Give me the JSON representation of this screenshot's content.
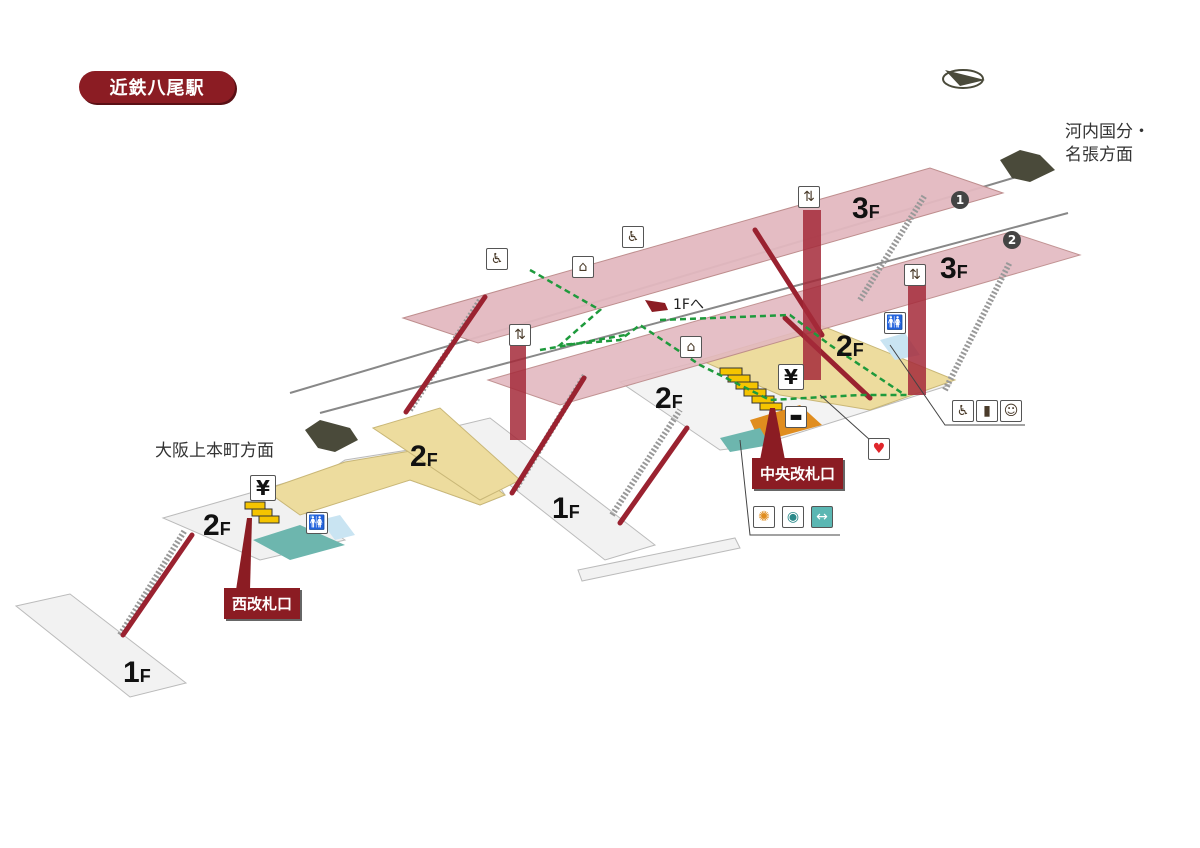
{
  "title": "近鉄八尾駅",
  "directions": {
    "east_line1": "河内国分・",
    "east_line2": "名張方面",
    "west": "大阪上本町方面",
    "to_1f": "1Fへ"
  },
  "platforms": [
    {
      "number": "1",
      "floor": "3",
      "floor_unit": "F"
    },
    {
      "number": "2",
      "floor": "3",
      "floor_unit": "F"
    }
  ],
  "floors": {
    "f2_west": {
      "num": "2",
      "unit": "F"
    },
    "f2_center": {
      "num": "2",
      "unit": "F"
    },
    "f2_main": {
      "num": "2",
      "unit": "F"
    },
    "f2_east": {
      "num": "2",
      "unit": "F"
    },
    "f1_west": {
      "num": "1",
      "unit": "F"
    },
    "f1_center": {
      "num": "1",
      "unit": "F"
    }
  },
  "gates": {
    "central": "中央改札口",
    "west": "西改札口"
  },
  "icons": {
    "yen": "¥",
    "elevator": "elevator-icon",
    "wheelchair": "wheelchair-icon",
    "toilet": "toilet-icon",
    "aed": "aed-icon",
    "info": "info-icon",
    "multipurpose_toilet": "multipurpose-toilet-icon",
    "baby": "baby-care-icon"
  },
  "colors": {
    "platform": "#e3b9c0",
    "concourse": "#eddc9e",
    "accent": "#8b1c23",
    "floor1": "#f0f0f0",
    "route": "#1e9a3c"
  }
}
